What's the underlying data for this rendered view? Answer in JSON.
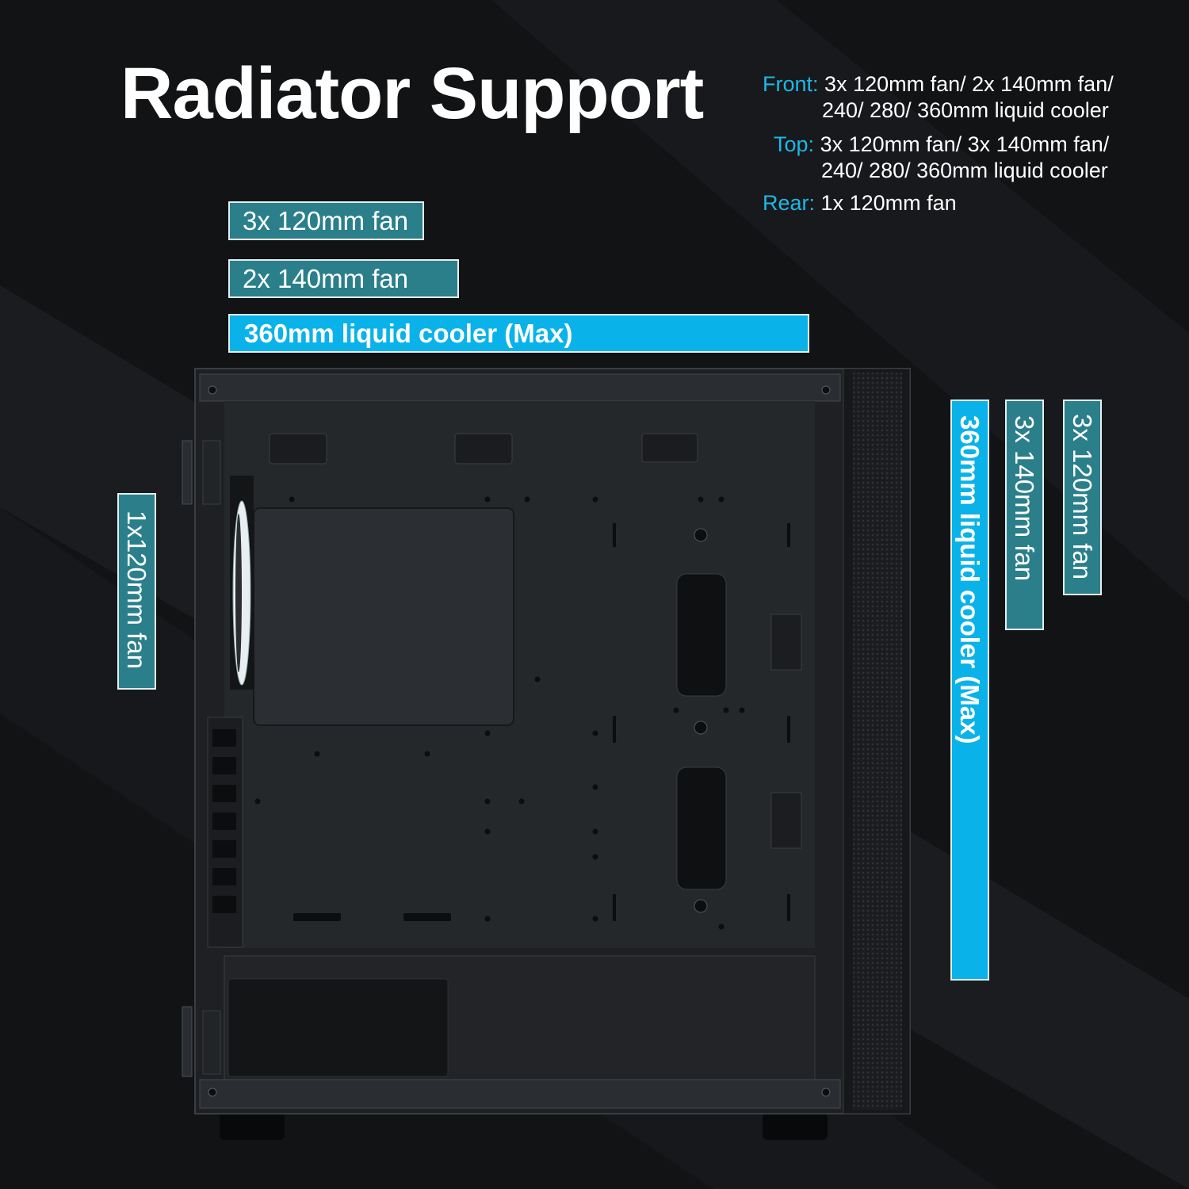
{
  "title": "Radiator Support",
  "specs": [
    {
      "key": "Front:",
      "line1": "3x 120mm fan/ 2x 140mm fan/",
      "line2": "240/ 280/ 360mm liquid cooler"
    },
    {
      "key": "Top:",
      "line1": "3x 120mm fan/ 3x 140mm fan/",
      "line2": "240/ 280/ 360mm liquid cooler"
    },
    {
      "key": "Rear:",
      "line1": "1x 120mm fan",
      "line2": ""
    }
  ],
  "top_bars": {
    "fan120": "3x 120mm fan",
    "fan140": "2x 140mm fan",
    "cooler": "360mm liquid cooler (Max)"
  },
  "side_bars": {
    "rear": "1x120mm fan",
    "front_cooler": "360mm liquid cooler (Max)",
    "front_140": "3x 140mm fan",
    "front_120": "3x 120mm fan"
  },
  "colors": {
    "background": "#121315",
    "accent_cyan": "#0ab2ea",
    "accent_teal": "#2a7f8a",
    "spec_key": "#1fb7e6",
    "text": "#ffffff"
  }
}
